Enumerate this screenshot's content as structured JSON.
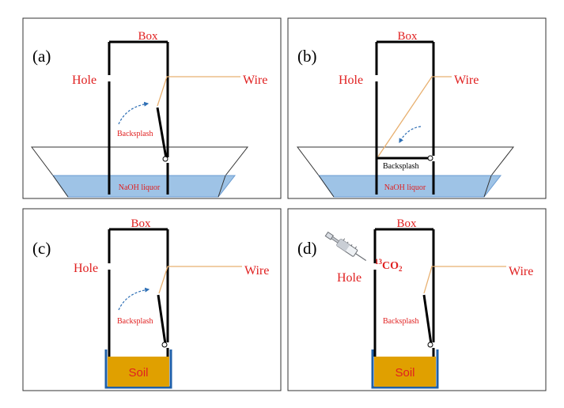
{
  "panels": [
    {
      "id": "a",
      "tag": "(a)",
      "box_label": "Box",
      "hole_label": "Hole",
      "wire_label": "Wire",
      "backsplash_label": "Backsplash",
      "base_label": "NaOH liquor"
    },
    {
      "id": "b",
      "tag": "(b)",
      "box_label": "Box",
      "hole_label": "Hole",
      "wire_label": "Wire",
      "backsplash_label": "Backsplash",
      "base_label": "NaOH liquor"
    },
    {
      "id": "c",
      "tag": "(c)",
      "box_label": "Box",
      "hole_label": "Hole",
      "wire_label": "Wire",
      "backsplash_label": "Backsplash",
      "base_label": "Soil"
    },
    {
      "id": "d",
      "tag": "(d)",
      "box_label": "Box",
      "hole_label": "Hole",
      "wire_label": "Wire",
      "backsplash_label": "Backsplash",
      "base_label": "Soil",
      "gas_mass": "13",
      "gas_formula": "CO",
      "gas_subscript": "2"
    }
  ],
  "colors": {
    "label_red": "#e02020",
    "wire": "#e8b070",
    "arrow": "#2e6fb5",
    "liquor_fill": "#9ec3e6",
    "liquor_stroke": "#6a9bd1",
    "soil_fill": "#e0a000",
    "soil_border": "#2060a8",
    "frame": "#333333",
    "line": "#000000"
  },
  "icons": {
    "syringe": "syringe-icon",
    "hinge": "hinge-icon"
  }
}
